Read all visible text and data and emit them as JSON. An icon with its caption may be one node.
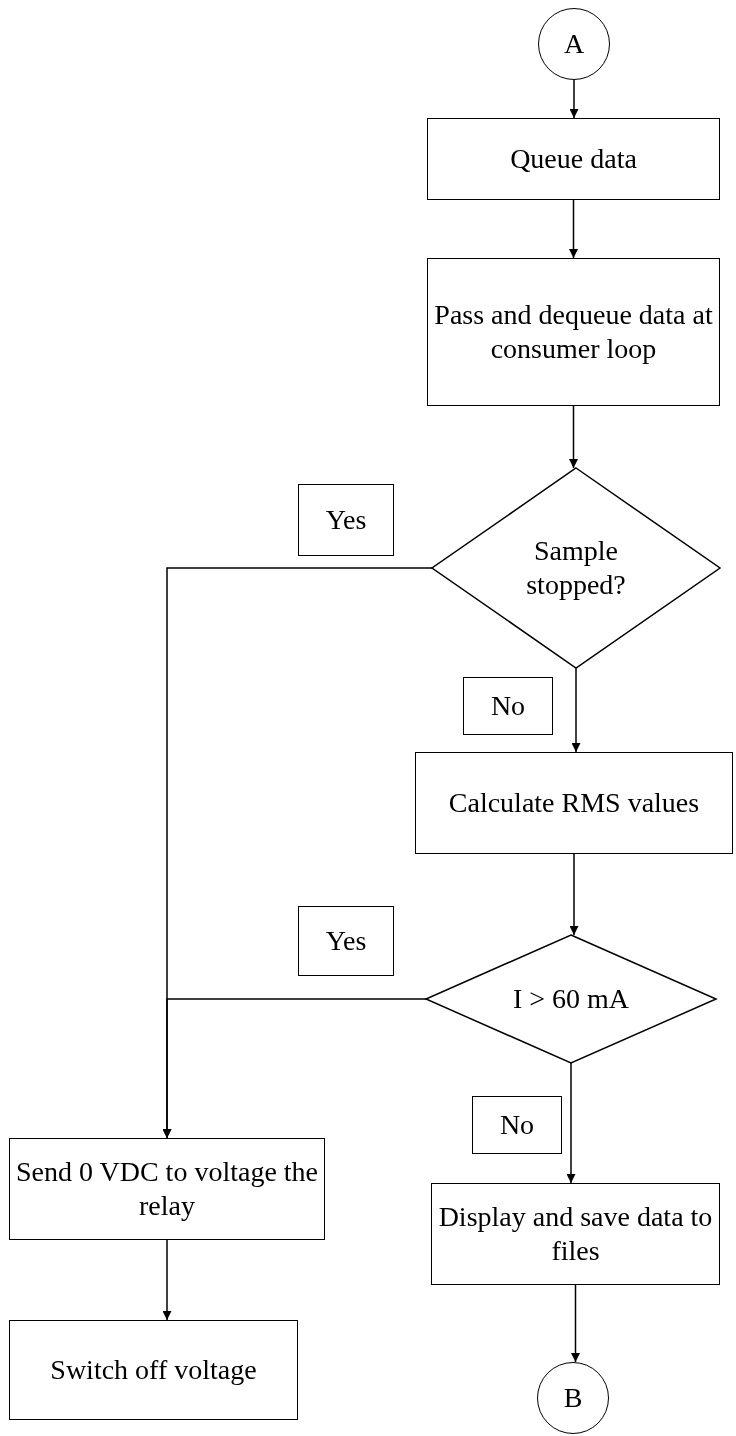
{
  "diagram": {
    "nodes": [
      {
        "text": [
          "A"
        ]
      },
      {
        "text": [
          "Queue data"
        ]
      },
      {
        "text": [
          "Pass and dequeue data at consumer loop"
        ]
      },
      {
        "text": [
          "Sample stopped?"
        ]
      },
      {
        "text": [
          "Yes"
        ]
      },
      {
        "text": [
          "No"
        ]
      },
      {
        "text": [
          "Calculate RMS values"
        ]
      },
      {
        "text": [
          "Yes"
        ]
      },
      {
        "text": [
          "I > 60 mA"
        ]
      },
      {
        "text": [
          "No"
        ]
      },
      {
        "text": [
          "Send 0 VDC to voltage the relay"
        ]
      },
      {
        "text": [
          "Display and save data to files"
        ]
      },
      {
        "text": [
          "Switch off voltage"
        ]
      },
      {
        "text": [
          "B"
        ]
      }
    ],
    "edges": [
      {
        "from": 0,
        "to": 1,
        "arrow": "to"
      },
      {
        "from": 1,
        "to": 2,
        "arrow": "to"
      },
      {
        "from": 2,
        "to": 3,
        "arrow": "to"
      },
      {
        "from": 3,
        "to": 10,
        "arrow": "to"
      },
      {
        "from": 3,
        "to": 6,
        "arrow": "to"
      },
      {
        "from": 6,
        "to": 8,
        "arrow": "to"
      },
      {
        "from": 8,
        "to": 10,
        "arrow": "to"
      },
      {
        "from": 8,
        "to": 11,
        "arrow": "to"
      },
      {
        "from": 10,
        "to": 12,
        "arrow": "to"
      },
      {
        "from": 11,
        "to": 13,
        "arrow": "to"
      }
    ]
  }
}
